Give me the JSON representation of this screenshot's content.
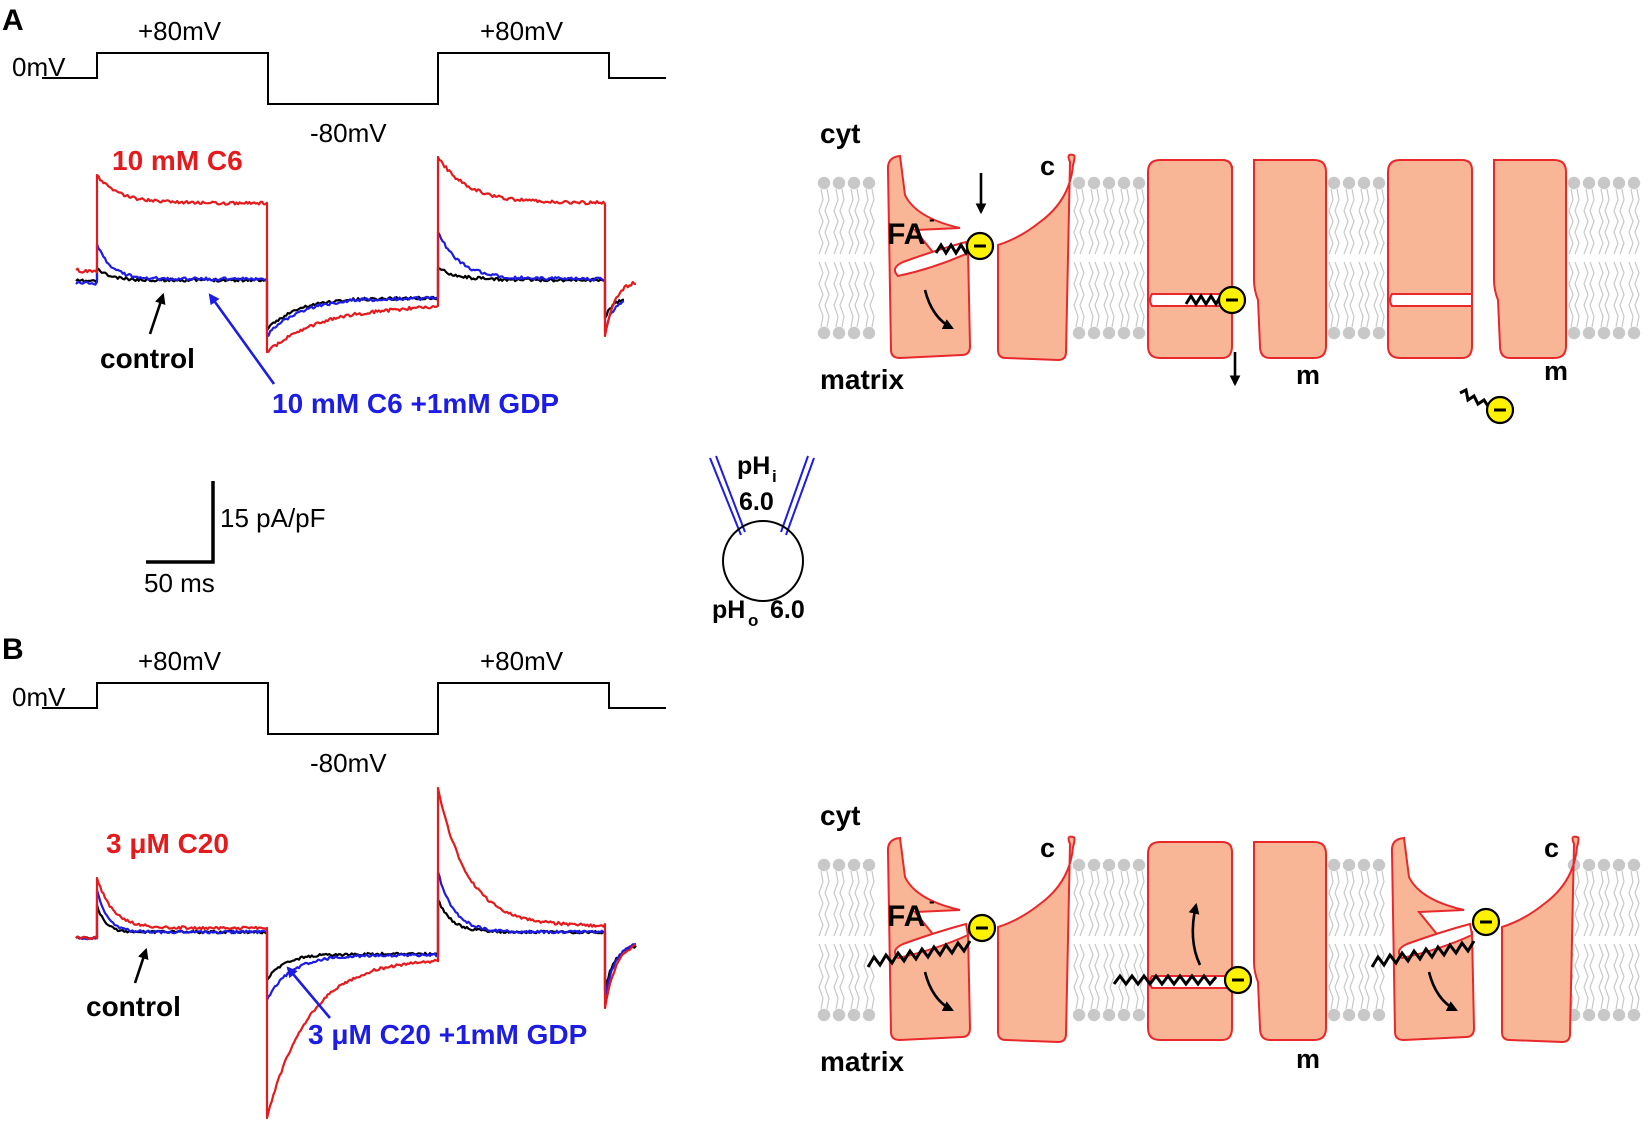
{
  "panels": {
    "a": {
      "letter": "A",
      "protocol": {
        "v0": "0mV",
        "vpos1": "+80mV",
        "vpos2": "+80mV",
        "vneg": "-80mV"
      },
      "traces": {
        "red_label": "10 mM C6",
        "control_label": "control",
        "blue_label": "10 mM  C6 +1mM GDP",
        "colors": {
          "red": "#e41a1c",
          "blue": "#1c1ce4",
          "black": "#000000"
        }
      },
      "scale_bar": {
        "y_label": "15 pA/pF",
        "x_label": "50 ms"
      },
      "schematic": {
        "cyt": "cyt",
        "matrix": "matrix",
        "c": "c",
        "m1": "m",
        "m2": "m",
        "fa": "FA",
        "fa_sup": "-"
      }
    },
    "b": {
      "letter": "B",
      "protocol": {
        "v0": "0mV",
        "vpos1": "+80mV",
        "vpos2": "+80mV",
        "vneg": "-80mV"
      },
      "traces": {
        "red_label": "3 μM C20",
        "control_label": "control",
        "blue_label": "3 μM  C20 +1mM GDP"
      },
      "schematic": {
        "cyt": "cyt",
        "matrix": "matrix",
        "c1": "c",
        "c2": "c",
        "m": "m",
        "fa": "FA",
        "fa_sup": "-"
      }
    }
  },
  "patch": {
    "phi_prefix": "pH",
    "phi_sub": "i",
    "phi_value": "6.0",
    "pho_prefix": "pH",
    "pho_sub": "o",
    "pho_value": "6.0",
    "pipette_color": "#1c1ce4"
  },
  "colors": {
    "protein_fill": "#f9b696",
    "protein_stroke": "#e8282b",
    "lipid": "#c8c8c8",
    "charge": "#fff200"
  }
}
